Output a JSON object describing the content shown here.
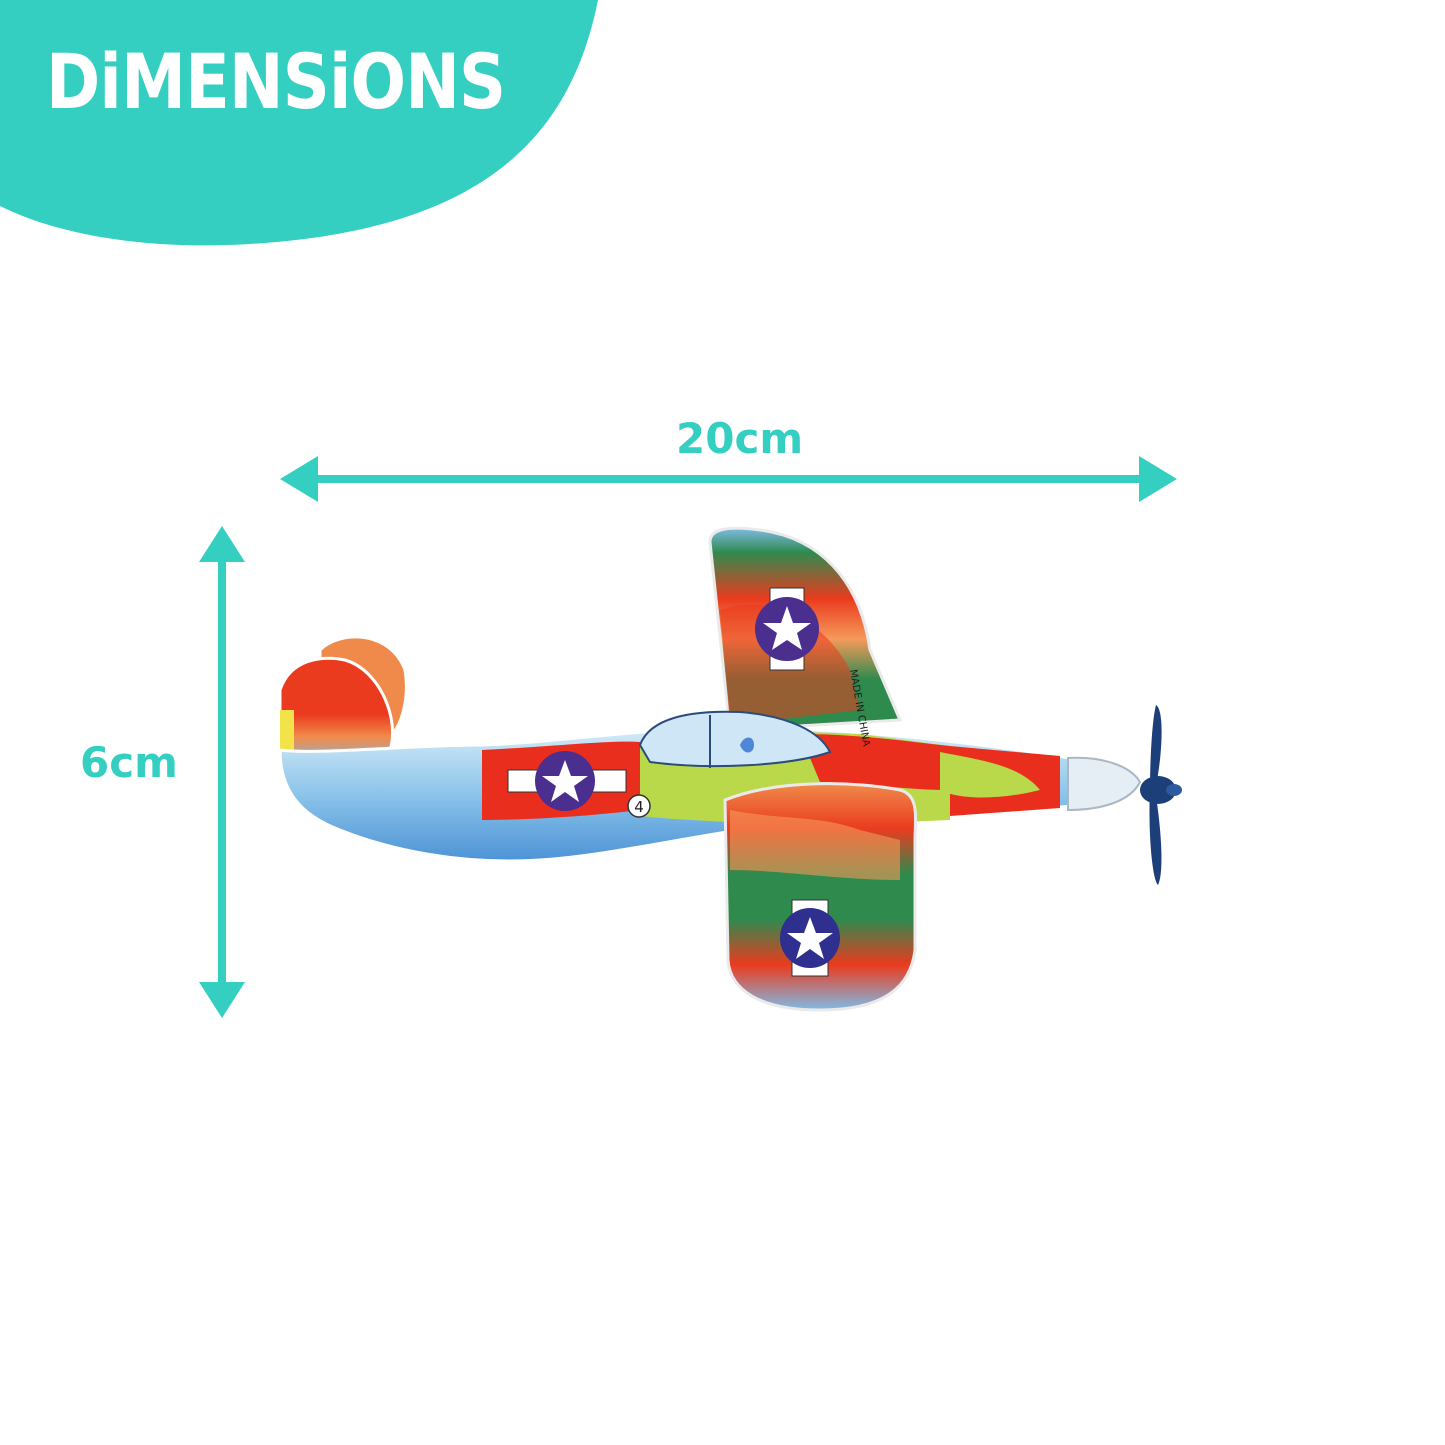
{
  "title": "DiMENSiONS",
  "dimensions": {
    "width_label": "20cm",
    "height_label": "6cm"
  },
  "plane": {
    "markings": {
      "made_in": "MADE IN CHINA",
      "number": "4"
    }
  },
  "colors": {
    "accent": "#35cfc2",
    "camo_green": "#2f8a4e",
    "camo_red": "#ea2e1e",
    "camo_orange": "#f08a4a",
    "sky_blue": "#7fbbe6",
    "insignia_purple": "#4a2f8f",
    "propeller": "#1c3f7a"
  }
}
